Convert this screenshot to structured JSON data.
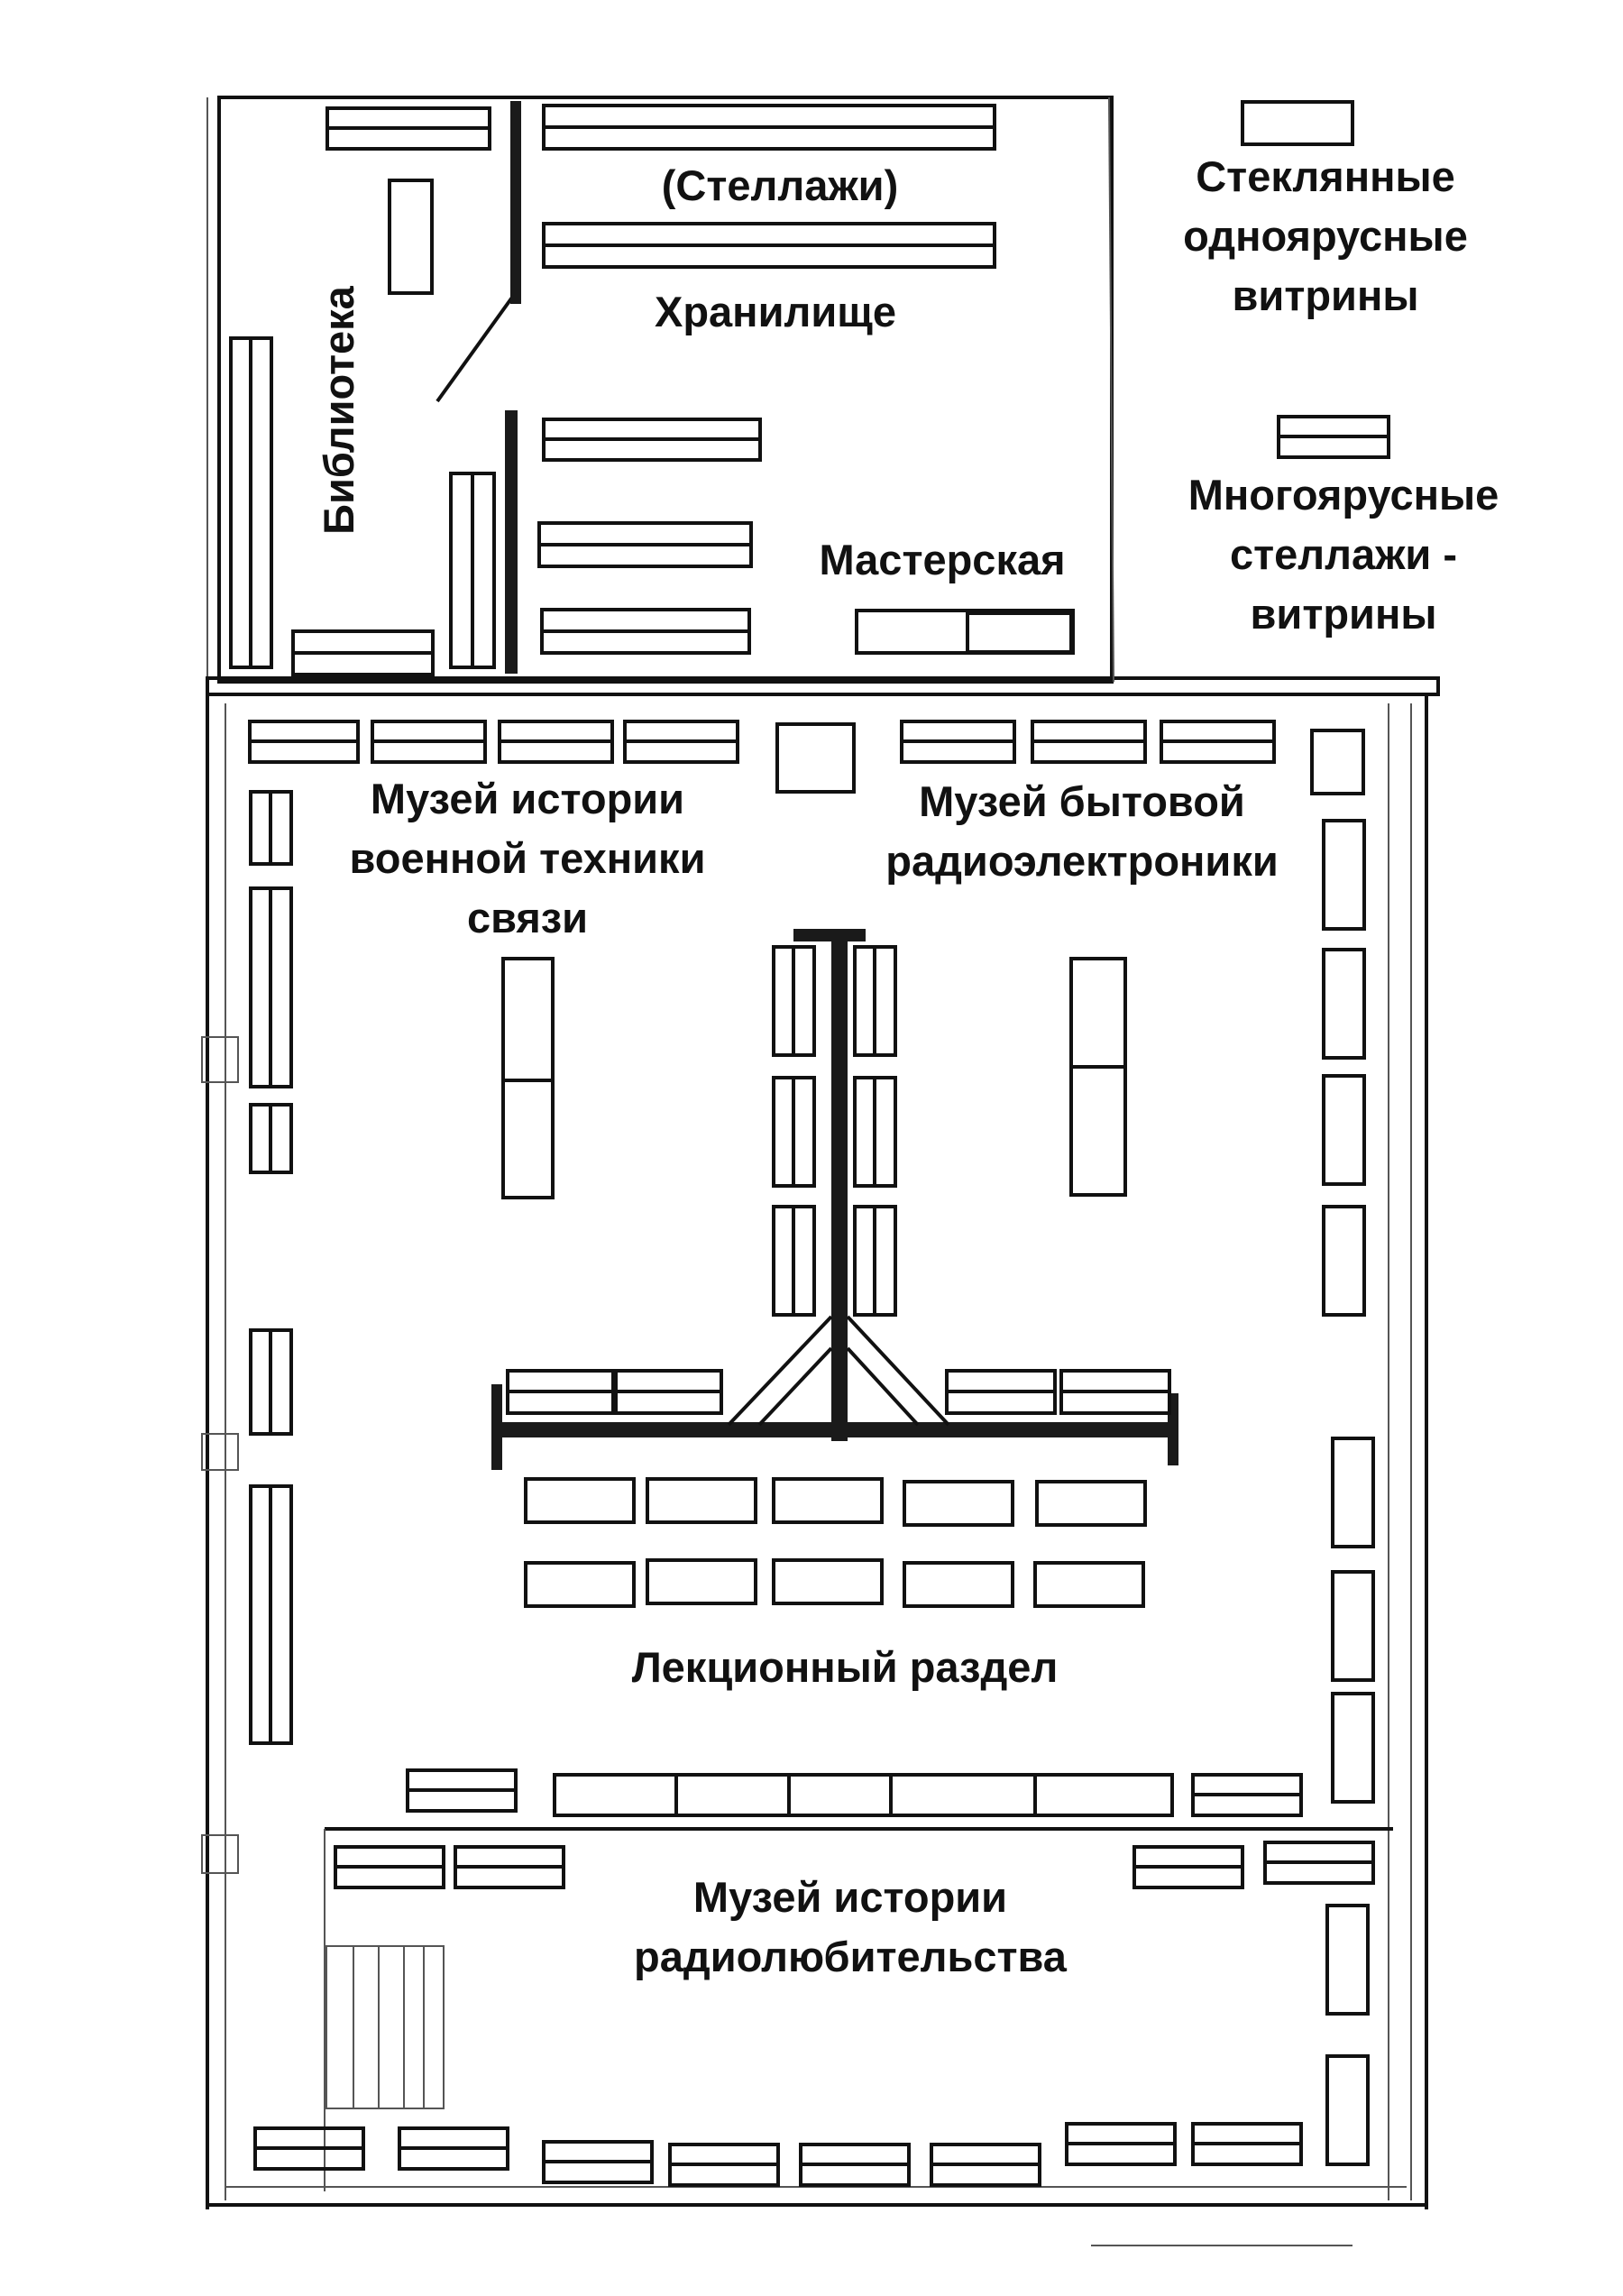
{
  "colors": {
    "ink": "#111111",
    "paper": "#ffffff",
    "bar": "#1a1a1a",
    "wall_faint": "#555555"
  },
  "legend": {
    "glass_label": [
      "Стеклянные",
      "одноярусные",
      "витрины"
    ],
    "multi_label": [
      "Многоярусные",
      "стеллажи -",
      "витрины"
    ]
  },
  "rooms": {
    "shelves": "(Стеллажи)",
    "storage": "Хранилище",
    "library": "Библиотека",
    "workshop": "Мастерская",
    "military_museum": [
      "Музей истории",
      "военной техники",
      "связи"
    ],
    "household_museum": [
      "Музей бытовой",
      "радиоэлектроники"
    ],
    "lecture": "Лекционный раздел",
    "ham_museum": [
      "Музей истории",
      "радиолюбительства"
    ]
  }
}
